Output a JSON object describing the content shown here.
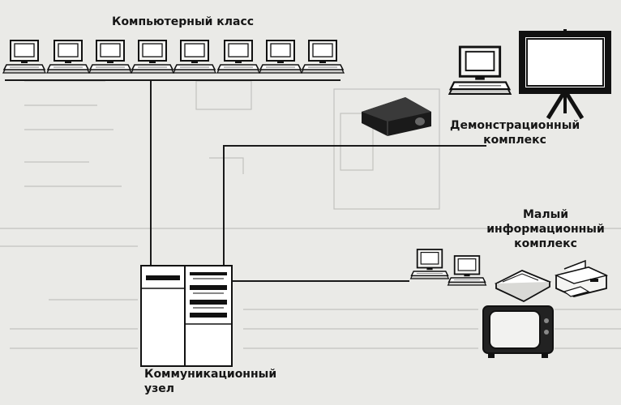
{
  "labels": {
    "computer_class": "Компьютерный класс",
    "demo_complex": [
      "Демонстрационный",
      "комплекс"
    ],
    "info_complex": [
      "Малый",
      "информационный",
      "комплекс"
    ],
    "comm_node": [
      "Коммуникационный",
      "узел"
    ]
  },
  "nodes": {
    "class_computers_count": 8,
    "info_complex_computers_count": 2
  },
  "icons": {
    "pc": "desktop-computer-icon",
    "projector": "projector-icon",
    "screen": "projection-screen-icon",
    "server": "server-rack-icon",
    "scanner": "scanner-icon",
    "printer": "printer-icon",
    "tv": "television-icon"
  },
  "colors": {
    "background": "#eaeae7",
    "ink": "#151515",
    "line": "#1a1a1a",
    "bleed": "#b9b9b6"
  }
}
